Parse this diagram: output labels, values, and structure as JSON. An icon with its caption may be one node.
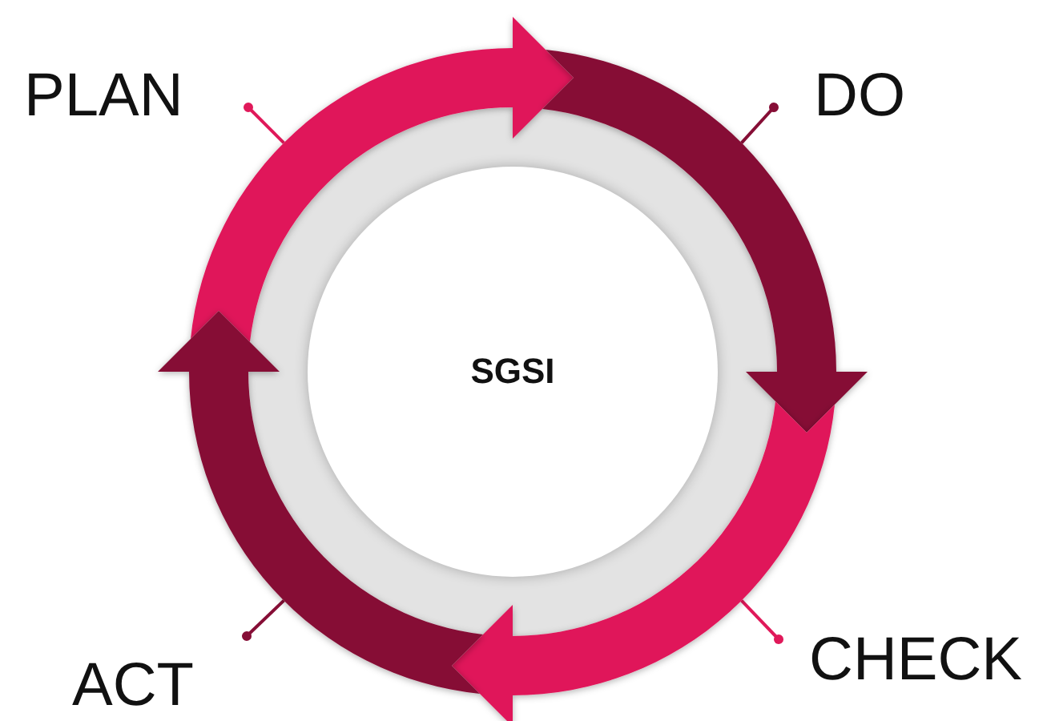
{
  "diagram": {
    "nodes": [
      {
        "text": [
          "PLAN"
        ]
      },
      {
        "text": [
          "DO"
        ]
      },
      {
        "text": [],
        "shape": "arrow"
      },
      {
        "text": [],
        "shape": "arrow"
      },
      {
        "text": [
          "SGSI"
        ]
      },
      {
        "text": [],
        "shape": "arrow"
      },
      {
        "text": [],
        "shape": "arrow"
      },
      {
        "text": [
          "CHECK"
        ]
      },
      {
        "text": [
          "ACT"
        ]
      }
    ],
    "edges": [
      {
        "from": 0,
        "to": 2,
        "arrow": "other",
        "color": "#e0195a"
      },
      {
        "from": 1,
        "to": 3,
        "arrow": "other",
        "color": "#860e36"
      },
      {
        "from": 7,
        "to": 5,
        "arrow": "other",
        "color": "#e0195a"
      },
      {
        "from": 8,
        "to": 6,
        "arrow": "other",
        "color": "#860e36"
      }
    ]
  }
}
